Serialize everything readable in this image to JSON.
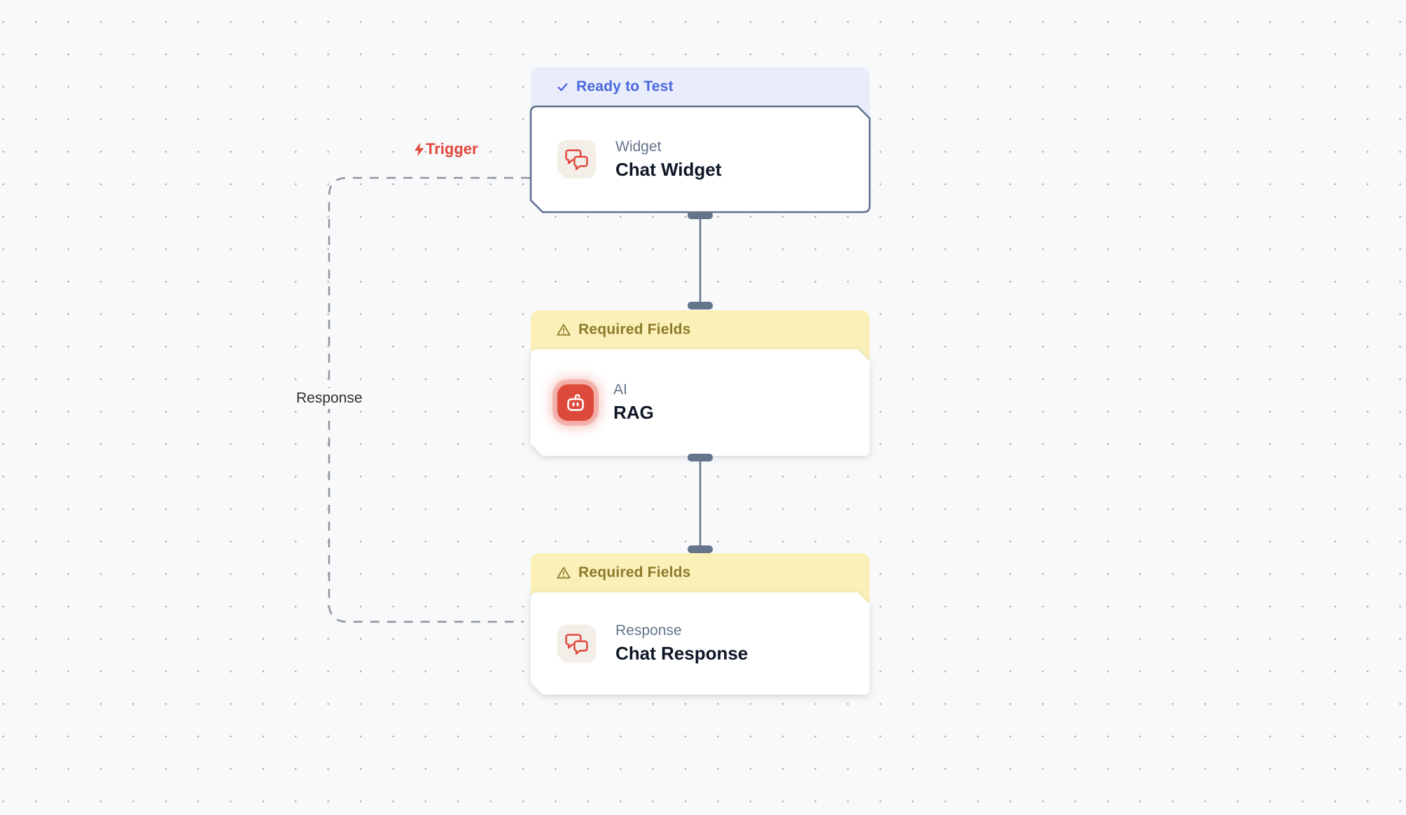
{
  "app": {
    "view": "workflow-canvas"
  },
  "colors": {
    "canvas_bg": "#F8F9FA",
    "dot_grid": "#A9ABB0",
    "slate_connector": "#64748B",
    "selected_border": "#5C708C",
    "ready_banner_bg": "#E9EDFB",
    "ready_banner_text": "#4A66DD",
    "warning_banner_bg": "#FAF0B8",
    "warning_banner_text": "#8D7A2B",
    "accent_red": "#E2483C",
    "tile_beige": "#F3EEE8"
  },
  "nodes": [
    {
      "id": "chat-widget",
      "status_banner": {
        "label": "Ready to Test",
        "type": "ready",
        "icon": "check"
      },
      "category": "Widget",
      "title": "Chat Widget",
      "icon": "chat-bubbles",
      "selected": true
    },
    {
      "id": "rag",
      "status_banner": {
        "label": "Required Fields",
        "type": "warning",
        "icon": "warning-triangle"
      },
      "category": "AI",
      "title": "RAG",
      "icon": "robot",
      "selected": false
    },
    {
      "id": "chat-response",
      "status_banner": {
        "label": "Required Fields",
        "type": "warning",
        "icon": "warning-triangle"
      },
      "category": "Response",
      "title": "Chat Response",
      "icon": "chat-bubbles",
      "selected": false
    }
  ],
  "edges": {
    "trigger_port": {
      "label": "Trigger",
      "icon": "lightning-bolt"
    },
    "loop": {
      "label": "Response",
      "from": "chat-response",
      "to": "chat-widget",
      "style": "dashed"
    },
    "connectors": [
      {
        "from": "chat-widget",
        "to": "rag",
        "style": "solid"
      },
      {
        "from": "rag",
        "to": "chat-response",
        "style": "solid"
      }
    ]
  }
}
